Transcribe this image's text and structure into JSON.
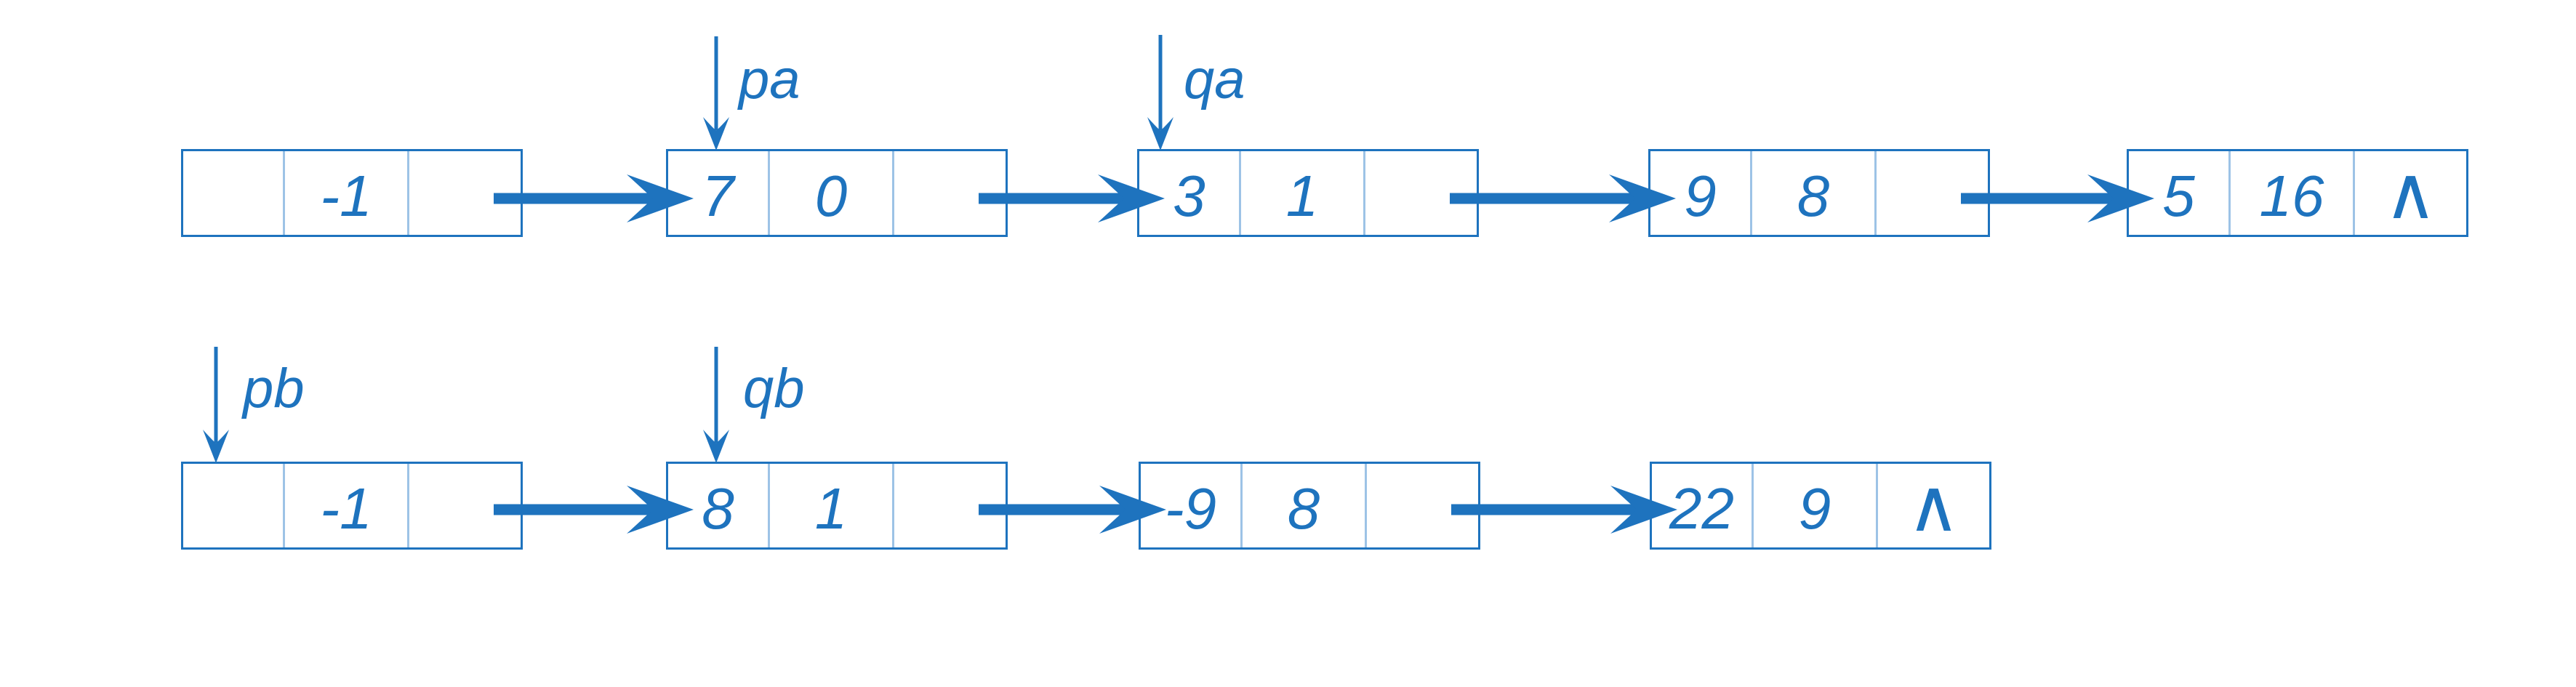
{
  "diagram": {
    "colors": {
      "primary": "#1E73BE",
      "divider": "#9DC3E6",
      "background": "#FFFFFF"
    },
    "pointers": [
      {
        "id": "pa",
        "label": "pa"
      },
      {
        "id": "qa",
        "label": "qa"
      },
      {
        "id": "pb",
        "label": "pb"
      },
      {
        "id": "qb",
        "label": "qb"
      }
    ],
    "lists": [
      {
        "name": "list-a",
        "nodes": [
          {
            "cells": [
              "",
              "-1",
              ""
            ]
          },
          {
            "cells": [
              "7",
              "0",
              ""
            ]
          },
          {
            "cells": [
              "3",
              "1",
              ""
            ]
          },
          {
            "cells": [
              "9",
              "8",
              ""
            ]
          },
          {
            "cells": [
              "5",
              "16",
              "∧"
            ]
          }
        ]
      },
      {
        "name": "list-b",
        "nodes": [
          {
            "cells": [
              "",
              "-1",
              ""
            ]
          },
          {
            "cells": [
              "8",
              "1",
              ""
            ]
          },
          {
            "cells": [
              "-9",
              "8",
              ""
            ]
          },
          {
            "cells": [
              "22",
              "9",
              "∧"
            ]
          }
        ]
      }
    ]
  }
}
